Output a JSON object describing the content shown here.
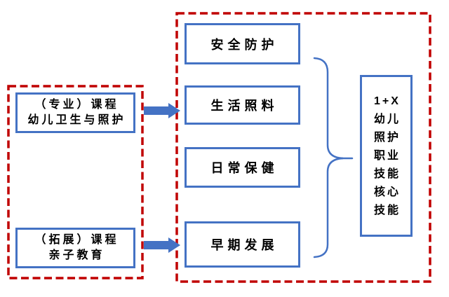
{
  "colors": {
    "accent_blue": "#4472C4",
    "dashed_red": "#C00000",
    "text_black": "#000000",
    "background": "#FFFFFF"
  },
  "diagram": {
    "left_group": {
      "items": [
        {
          "line1": "（专业）课程",
          "line2": "幼儿卫生与照护"
        },
        {
          "line1": "（拓展）课程",
          "line2": "亲子教育"
        }
      ]
    },
    "middle_group": {
      "items": [
        "安全防护",
        "生活照料",
        "日常保健",
        "早期发展"
      ]
    },
    "right_box": {
      "lines": [
        "1+X",
        "幼儿",
        "照护",
        "职业",
        "技能",
        "核心",
        "技能"
      ]
    },
    "icons": {
      "arrows": "right-arrow-icon",
      "grouping": "curly-brace-icon"
    }
  }
}
